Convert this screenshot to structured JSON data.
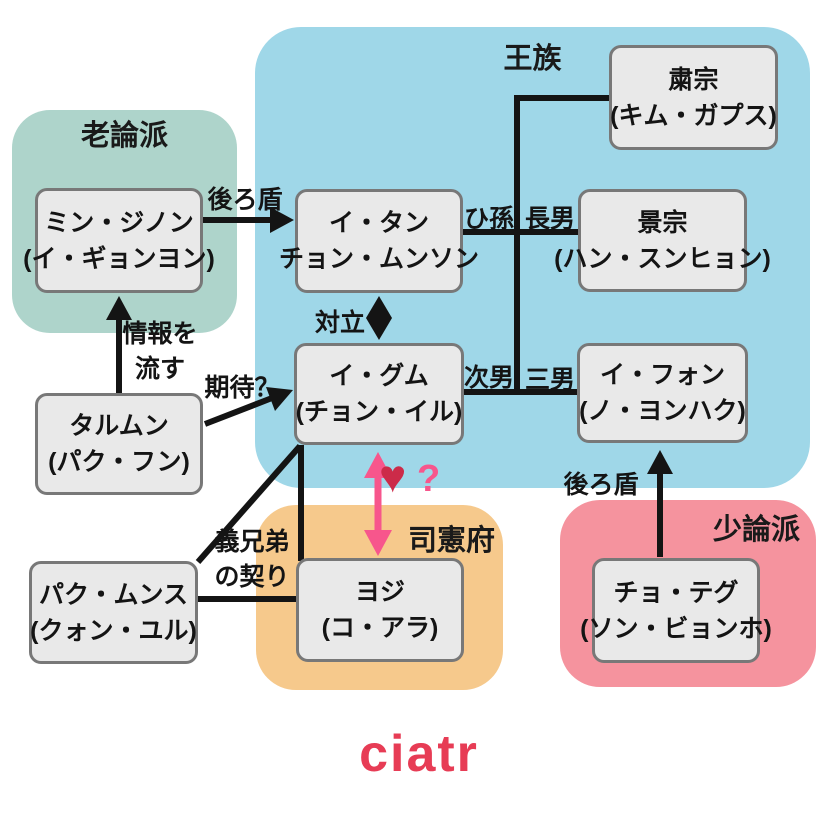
{
  "brand": {
    "logo_text": "ciatr"
  },
  "regions": [
    {
      "label": "王族"
    },
    {
      "label": "老論派"
    },
    {
      "label": "司憲府"
    },
    {
      "label": "少論派"
    }
  ],
  "characters": [
    {
      "name": "ミン・ジノン",
      "actor": "(イ・ギョンヨン)"
    },
    {
      "name": "イ・タン",
      "actor": "チョン・ムンソン"
    },
    {
      "name": "粛宗",
      "actor": "(キム・ガプス)"
    },
    {
      "name": "景宗",
      "actor": "(ハン・スンヒョン)"
    },
    {
      "name": "イ・グム",
      "actor": "(チョン・イル)"
    },
    {
      "name": "イ・フォン",
      "actor": "(ノ・ヨンハク)"
    },
    {
      "name": "タルムン",
      "actor": "(パク・フン)"
    },
    {
      "name": "パク・ムンス",
      "actor": "(クォン・ユル)"
    },
    {
      "name": "ヨジ",
      "actor": "(コ・アラ)"
    },
    {
      "name": "チョ・テグ",
      "actor": "(ソン・ビョンホ)"
    }
  ],
  "relations": {
    "backing_noron": "後ろ盾",
    "leak_info_line1": "情報を",
    "leak_info_line2": "流す",
    "expectation": "期待？",
    "conflict": "対立",
    "great_grandson": "ひ孫",
    "eldest_son": "長男",
    "second_son": "次男",
    "third_son": "三男",
    "sworn_brothers_line1": "義兄弟",
    "sworn_brothers_line2": "の契り",
    "backing_soron": "後ろ盾",
    "love_heart": "♥",
    "love_question": "?"
  },
  "colors": {
    "royal_region": "#9fd7e8",
    "noron_region": "#aed4cb",
    "saheonbu_region": "#f6c98c",
    "soron_region": "#f5939e",
    "box_fill": "#e9e9e9",
    "box_border": "#787878",
    "line_black": "#141414",
    "love_pink": "#f7568c",
    "heart_red": "#cc2b49",
    "logo_red": "#e73c55"
  }
}
